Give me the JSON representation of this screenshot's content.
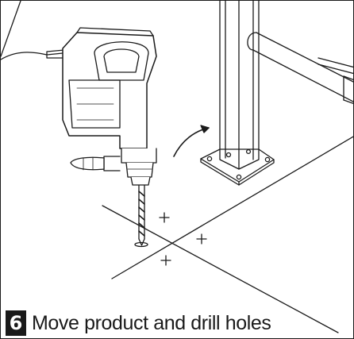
{
  "step": {
    "number": "6",
    "caption": "Move product and drill holes"
  },
  "illustration": {
    "objects": [
      "hammer-drill",
      "drill-bit",
      "post",
      "base-plate",
      "rail",
      "floor-plane",
      "hole-markers",
      "move-arrow"
    ],
    "colors": {
      "line": "#1a1a1a",
      "background": "#ffffff",
      "badge": "#1a1a1a"
    }
  }
}
